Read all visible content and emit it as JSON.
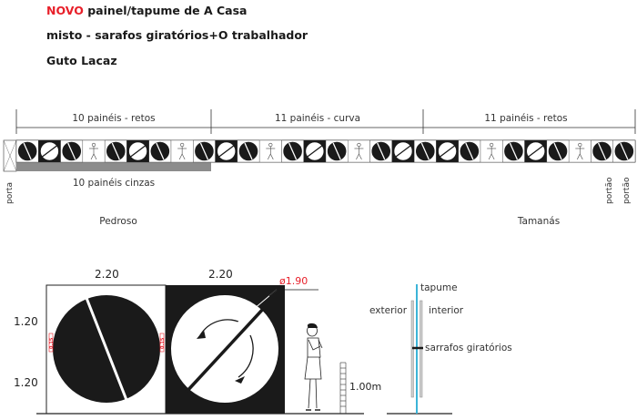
{
  "header": {
    "title_red": "NOVO",
    "title_rest": " painel/tapume de A Casa",
    "subtitle": "misto - sarafos giratórios+O trabalhador",
    "author": "Guto Lacaz"
  },
  "strip": {
    "sections": [
      "10 painéis - retos",
      "11 painéis - curva",
      "11 painéis - retos"
    ],
    "gray_label": "10 painéis cinzas",
    "left_gate": "porta",
    "right_gates": [
      "portão",
      "portão"
    ],
    "places": [
      "Pedroso",
      "Tamanás"
    ],
    "panels": [
      "b",
      "w",
      "b",
      "f",
      "b",
      "w",
      "b",
      "f",
      "b",
      "w",
      "b",
      "f",
      "b",
      "w",
      "b",
      "f",
      "b",
      "w",
      "b",
      "w",
      "b",
      "f",
      "b",
      "w",
      "b",
      "f",
      "b",
      "b"
    ]
  },
  "elevation": {
    "width_left": "2.20",
    "width_right": "2.20",
    "height_top": "1.20",
    "height_bottom": "1.20",
    "diameter": "ø1.90",
    "gap_left": "0.15",
    "gap_right": "0.15",
    "figure_height": "1.00m"
  },
  "section": {
    "tapume": "tapume",
    "exterior": "exterior",
    "interior": "interior",
    "sarrafos": "sarrafos giratórios"
  },
  "colors": {
    "accent_red": "#e8202a",
    "cyan": "#3cb4d8",
    "gray_band": "#8c8c8c",
    "panel_black": "#1a1a1a"
  }
}
